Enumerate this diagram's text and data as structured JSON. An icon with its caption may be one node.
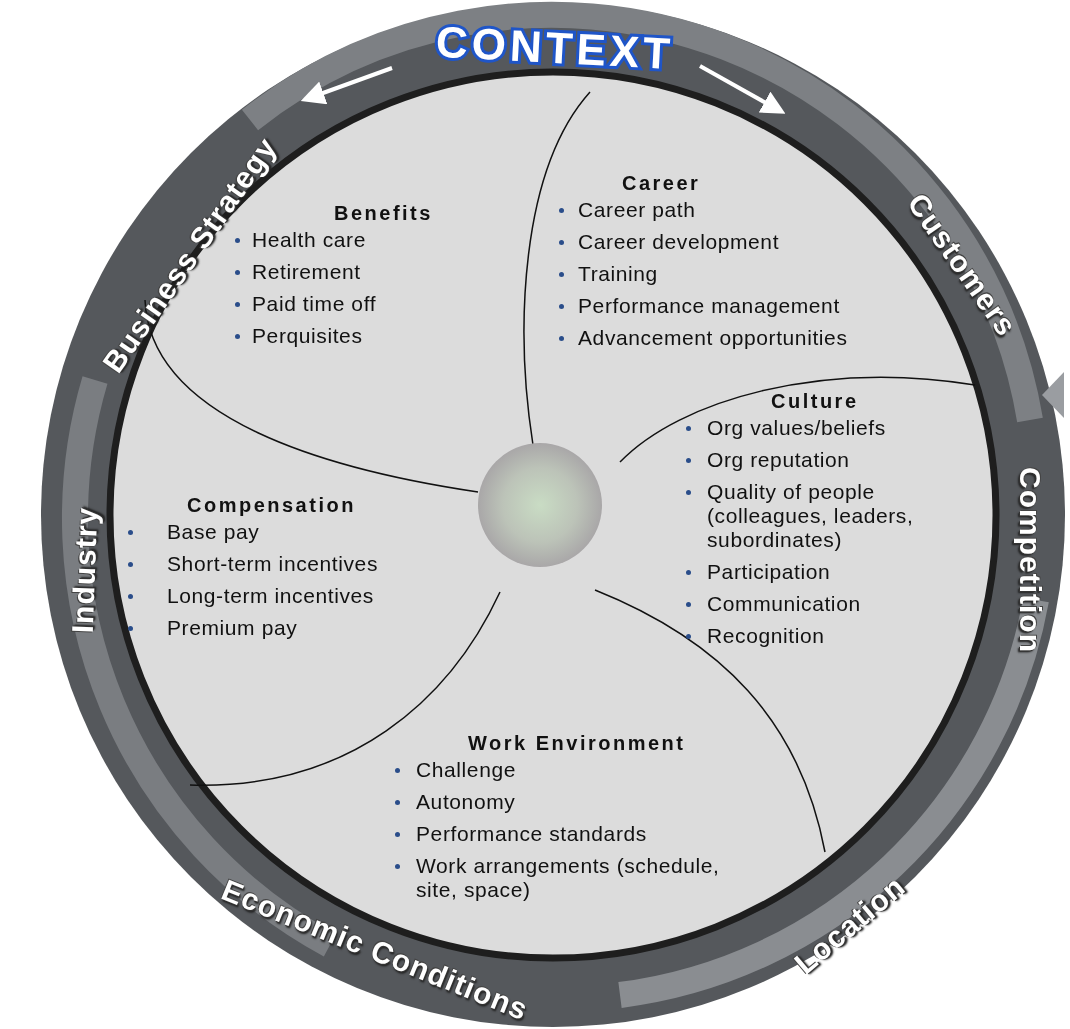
{
  "diagram": {
    "title": "CONTEXT",
    "nodes": [
      {
        "text": [
          "Benefits",
          "Health care",
          "Retirement",
          "Paid time off",
          "Perquisites"
        ]
      },
      {
        "text": [
          "Career",
          "Career path",
          "Career development",
          "Training",
          "Performance  management",
          "Advancement opportunities"
        ]
      },
      {
        "text": [
          "Culture",
          "Org values/beliefs",
          "Org reputation",
          "Quality of people (colleagues, leaders, subordinates)",
          "Participation",
          "Communication",
          "Recognition"
        ]
      },
      {
        "text": [
          "Compensation",
          "Base pay",
          "Short-term incentives",
          "Long-term incentives",
          "Premium pay"
        ]
      },
      {
        "text": [
          "Work Environment",
          "Challenge",
          "Autonomy",
          "Performance standards",
          "Work arrangements (schedule, site, space)"
        ]
      }
    ],
    "labels": [
      "Business Strategy",
      "Customers",
      "Competition",
      "Industry",
      "Location",
      "Economic Conditions"
    ]
  }
}
